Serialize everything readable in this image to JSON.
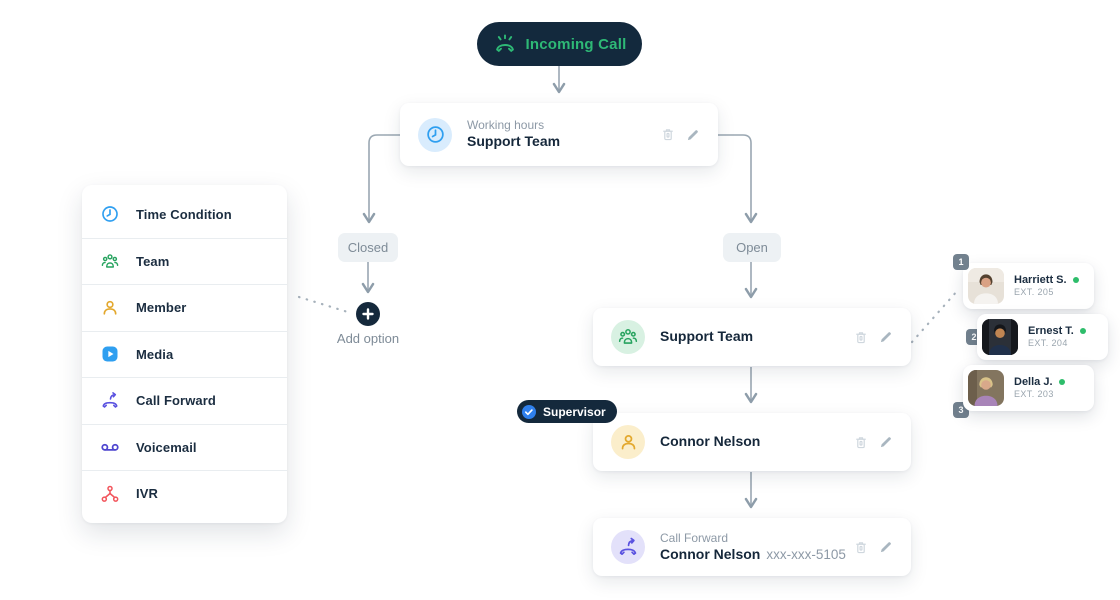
{
  "flow": {
    "incoming_call_label": "Incoming Call",
    "branch_labels": {
      "closed": "Closed",
      "open": "Open"
    },
    "add_option_label": "Add option",
    "supervisor_label": "Supervisor",
    "nodes": {
      "working_hours": {
        "type_label": "Working hours",
        "title": "Support Team"
      },
      "support_team": {
        "title": "Support Team"
      },
      "member": {
        "title": "Connor Nelson"
      },
      "call_forward": {
        "type_label": "Call Forward",
        "title": "Connor Nelson",
        "number": "xxx-xxx-5105"
      }
    }
  },
  "sidebar": {
    "items": [
      {
        "label": "Time Condition",
        "icon": "clock-icon",
        "color": "#2f9ff0"
      },
      {
        "label": "Team",
        "icon": "team-icon",
        "color": "#27a35f"
      },
      {
        "label": "Member",
        "icon": "member-icon",
        "color": "#e3a82d"
      },
      {
        "label": "Media",
        "icon": "media-icon",
        "color": "#2f9ff0"
      },
      {
        "label": "Call Forward",
        "icon": "call-forward-icon",
        "color": "#5a52e0"
      },
      {
        "label": "Voicemail",
        "icon": "voicemail-icon",
        "color": "#4f46cf"
      },
      {
        "label": "IVR",
        "icon": "ivr-icon",
        "color": "#f2545b"
      }
    ]
  },
  "team_members": [
    {
      "order": "1",
      "name": "Harriett S.",
      "extension": "EXT. 205"
    },
    {
      "order": "2",
      "name": "Ernest T.",
      "extension": "EXT. 204"
    },
    {
      "order": "3",
      "name": "Della J.",
      "extension": "EXT. 203"
    }
  ],
  "colors": {
    "navy": "#14293c",
    "accent_green": "#2eb976",
    "online_dot": "#2ebd6b",
    "connector_gray": "#9aa7b2",
    "chip_bg": "#edf1f4",
    "chip_text": "#7e8b97",
    "node_title": "#15273a",
    "node_subtitle": "#8d99a6",
    "time_blue": "#2f9ff0",
    "team_green": "#27a35f",
    "member_yellow": "#e3a82d",
    "forward_purple": "#5a52e0",
    "voicemail_indigo": "#4f46cf",
    "ivr_red": "#f2545b",
    "supervisor_check_blue": "#2f80ed"
  }
}
